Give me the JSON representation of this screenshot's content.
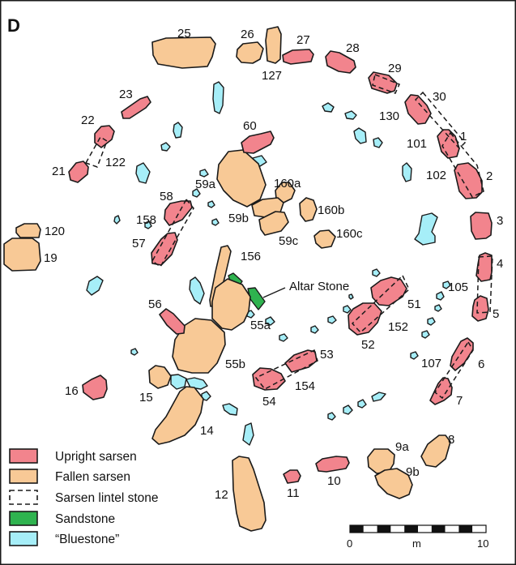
{
  "panel_letter": "D",
  "colors": {
    "upright": "#f2848d",
    "fallen": "#f8c996",
    "sandstone": "#2fb34f",
    "bluestone": "#a6eef8",
    "outline": "#1a1a1a"
  },
  "stone_labels": {
    "s25": "25",
    "s26": "26",
    "s127": "127",
    "s27": "27",
    "s28": "28",
    "s29": "29",
    "s30": "30",
    "s130": "130",
    "s1": "1",
    "s101": "101",
    "s102": "102",
    "s2": "2",
    "s3": "3",
    "s4": "4",
    "s105": "105",
    "s5": "5",
    "s107": "107",
    "s6": "6",
    "s7": "7",
    "s8": "8",
    "s9a": "9a",
    "s9b": "9b",
    "s10": "10",
    "s11": "11",
    "s12": "12",
    "s14": "14",
    "s15": "15",
    "s16": "16",
    "s19": "19",
    "s120": "120",
    "s21": "21",
    "s122": "122",
    "s22": "22",
    "s23": "23",
    "s60": "60",
    "s59a": "59a",
    "s160a": "160a",
    "s160b": "160b",
    "s59b": "59b",
    "s59c": "59c",
    "s160c": "160c",
    "s58": "58",
    "s158": "158",
    "s57": "57",
    "s156": "156",
    "s56": "56",
    "s55a": "55a",
    "s55b": "55b",
    "s51": "51",
    "s152": "152",
    "s52": "52",
    "s53": "53",
    "s154": "154",
    "s54": "54"
  },
  "altar_stone_label": "Altar Stone",
  "legend": [
    {
      "label": "Upright sarsen",
      "type": "upright"
    },
    {
      "label": "Fallen sarsen",
      "type": "fallen"
    },
    {
      "label": "Sarsen lintel stone",
      "type": "lintel"
    },
    {
      "label": "Sandstone",
      "type": "sandstone"
    },
    {
      "label": "“Bluestone”",
      "type": "bluestone"
    }
  ],
  "scale_bar": {
    "start": "0",
    "unit": "m",
    "end": "10",
    "segments": 10
  }
}
